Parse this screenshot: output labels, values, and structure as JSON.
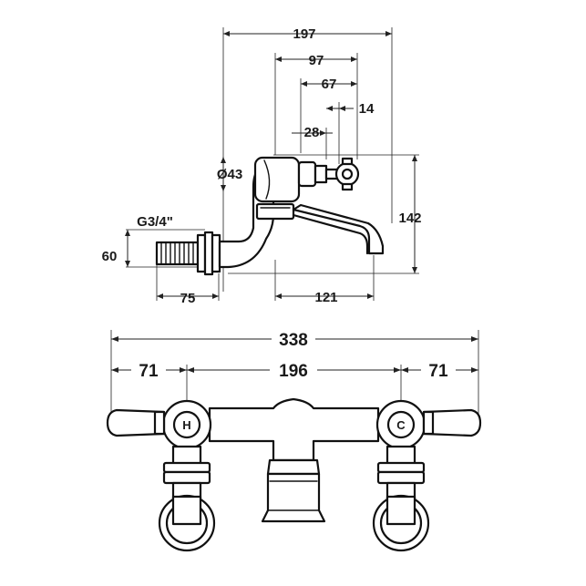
{
  "side_view": {
    "dimensions": {
      "overall_depth": "197",
      "spout_reach": "97",
      "handle_to_spout": "67",
      "handle_offset": "14",
      "body_offset": "28",
      "body_diameter": "Ø43",
      "height": "142",
      "thread": "G3/4\"",
      "inlet_height": "60",
      "inlet_length": "75",
      "spout_projection": "121"
    }
  },
  "front_view": {
    "dimensions": {
      "overall_width": "338",
      "left_handle": "71",
      "centres": "196",
      "right_handle": "71"
    },
    "indicators": {
      "hot": "H",
      "cold": "C"
    }
  }
}
